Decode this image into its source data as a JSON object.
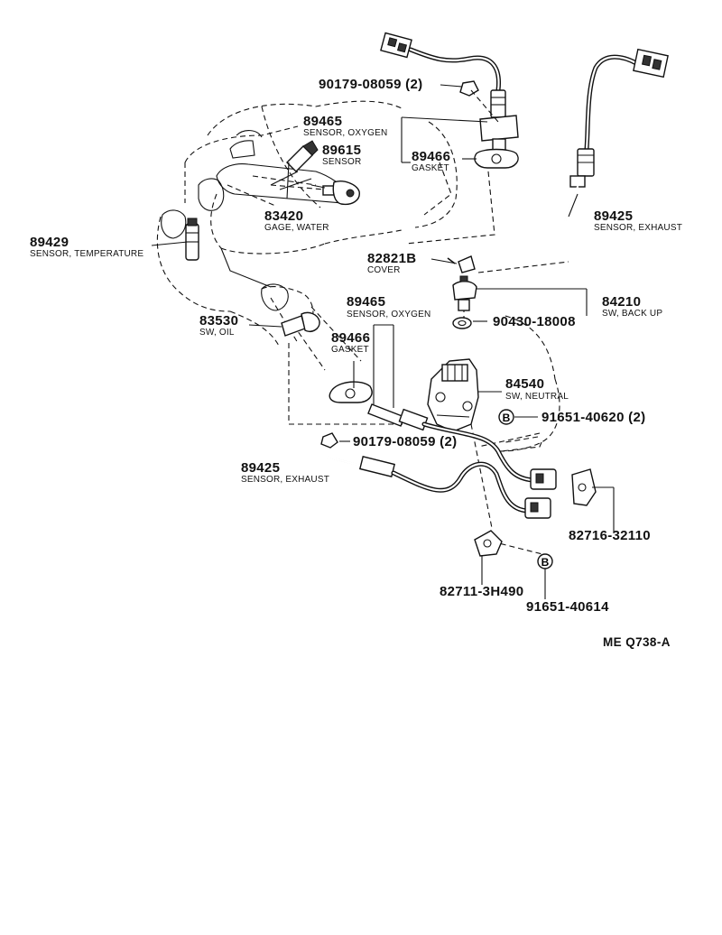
{
  "diagram": {
    "reference_code": "ME Q738-A",
    "bolt_marker": "B",
    "callouts": [
      {
        "id": "c_90179_top",
        "part_no": "90179-08059 (2)",
        "name": ""
      },
      {
        "id": "c_89465_top",
        "part_no": "89465",
        "name": "SENSOR, OXYGEN"
      },
      {
        "id": "c_89615",
        "part_no": "89615",
        "name": "SENSOR"
      },
      {
        "id": "c_89466_top",
        "part_no": "89466",
        "name": "GASKET"
      },
      {
        "id": "c_83420",
        "part_no": "83420",
        "name": "GAGE, WATER"
      },
      {
        "id": "c_89425_right",
        "part_no": "89425",
        "name": "SENSOR, EXHAUST"
      },
      {
        "id": "c_89429",
        "part_no": "89429",
        "name": "SENSOR, TEMPERATURE"
      },
      {
        "id": "c_82821b",
        "part_no": "82821B",
        "name": "COVER"
      },
      {
        "id": "c_84210",
        "part_no": "84210",
        "name": "SW, BACK UP"
      },
      {
        "id": "c_89465_mid",
        "part_no": "89465",
        "name": "SENSOR, OXYGEN"
      },
      {
        "id": "c_83530",
        "part_no": "83530",
        "name": "SW, OIL"
      },
      {
        "id": "c_90430",
        "part_no": "90430-18008",
        "name": ""
      },
      {
        "id": "c_89466_mid",
        "part_no": "89466",
        "name": "GASKET"
      },
      {
        "id": "c_84540",
        "part_no": "84540",
        "name": "SW, NEUTRAL"
      },
      {
        "id": "c_91651_40620",
        "part_no": "91651-40620 (2)",
        "name": ""
      },
      {
        "id": "c_90179_mid",
        "part_no": "90179-08059 (2)",
        "name": ""
      },
      {
        "id": "c_89425_left",
        "part_no": "89425",
        "name": "SENSOR, EXHAUST"
      },
      {
        "id": "c_82716",
        "part_no": "82716-32110",
        "name": ""
      },
      {
        "id": "c_82711",
        "part_no": "82711-3H490",
        "name": ""
      },
      {
        "id": "c_91651_40614",
        "part_no": "91651-40614",
        "name": ""
      }
    ]
  }
}
